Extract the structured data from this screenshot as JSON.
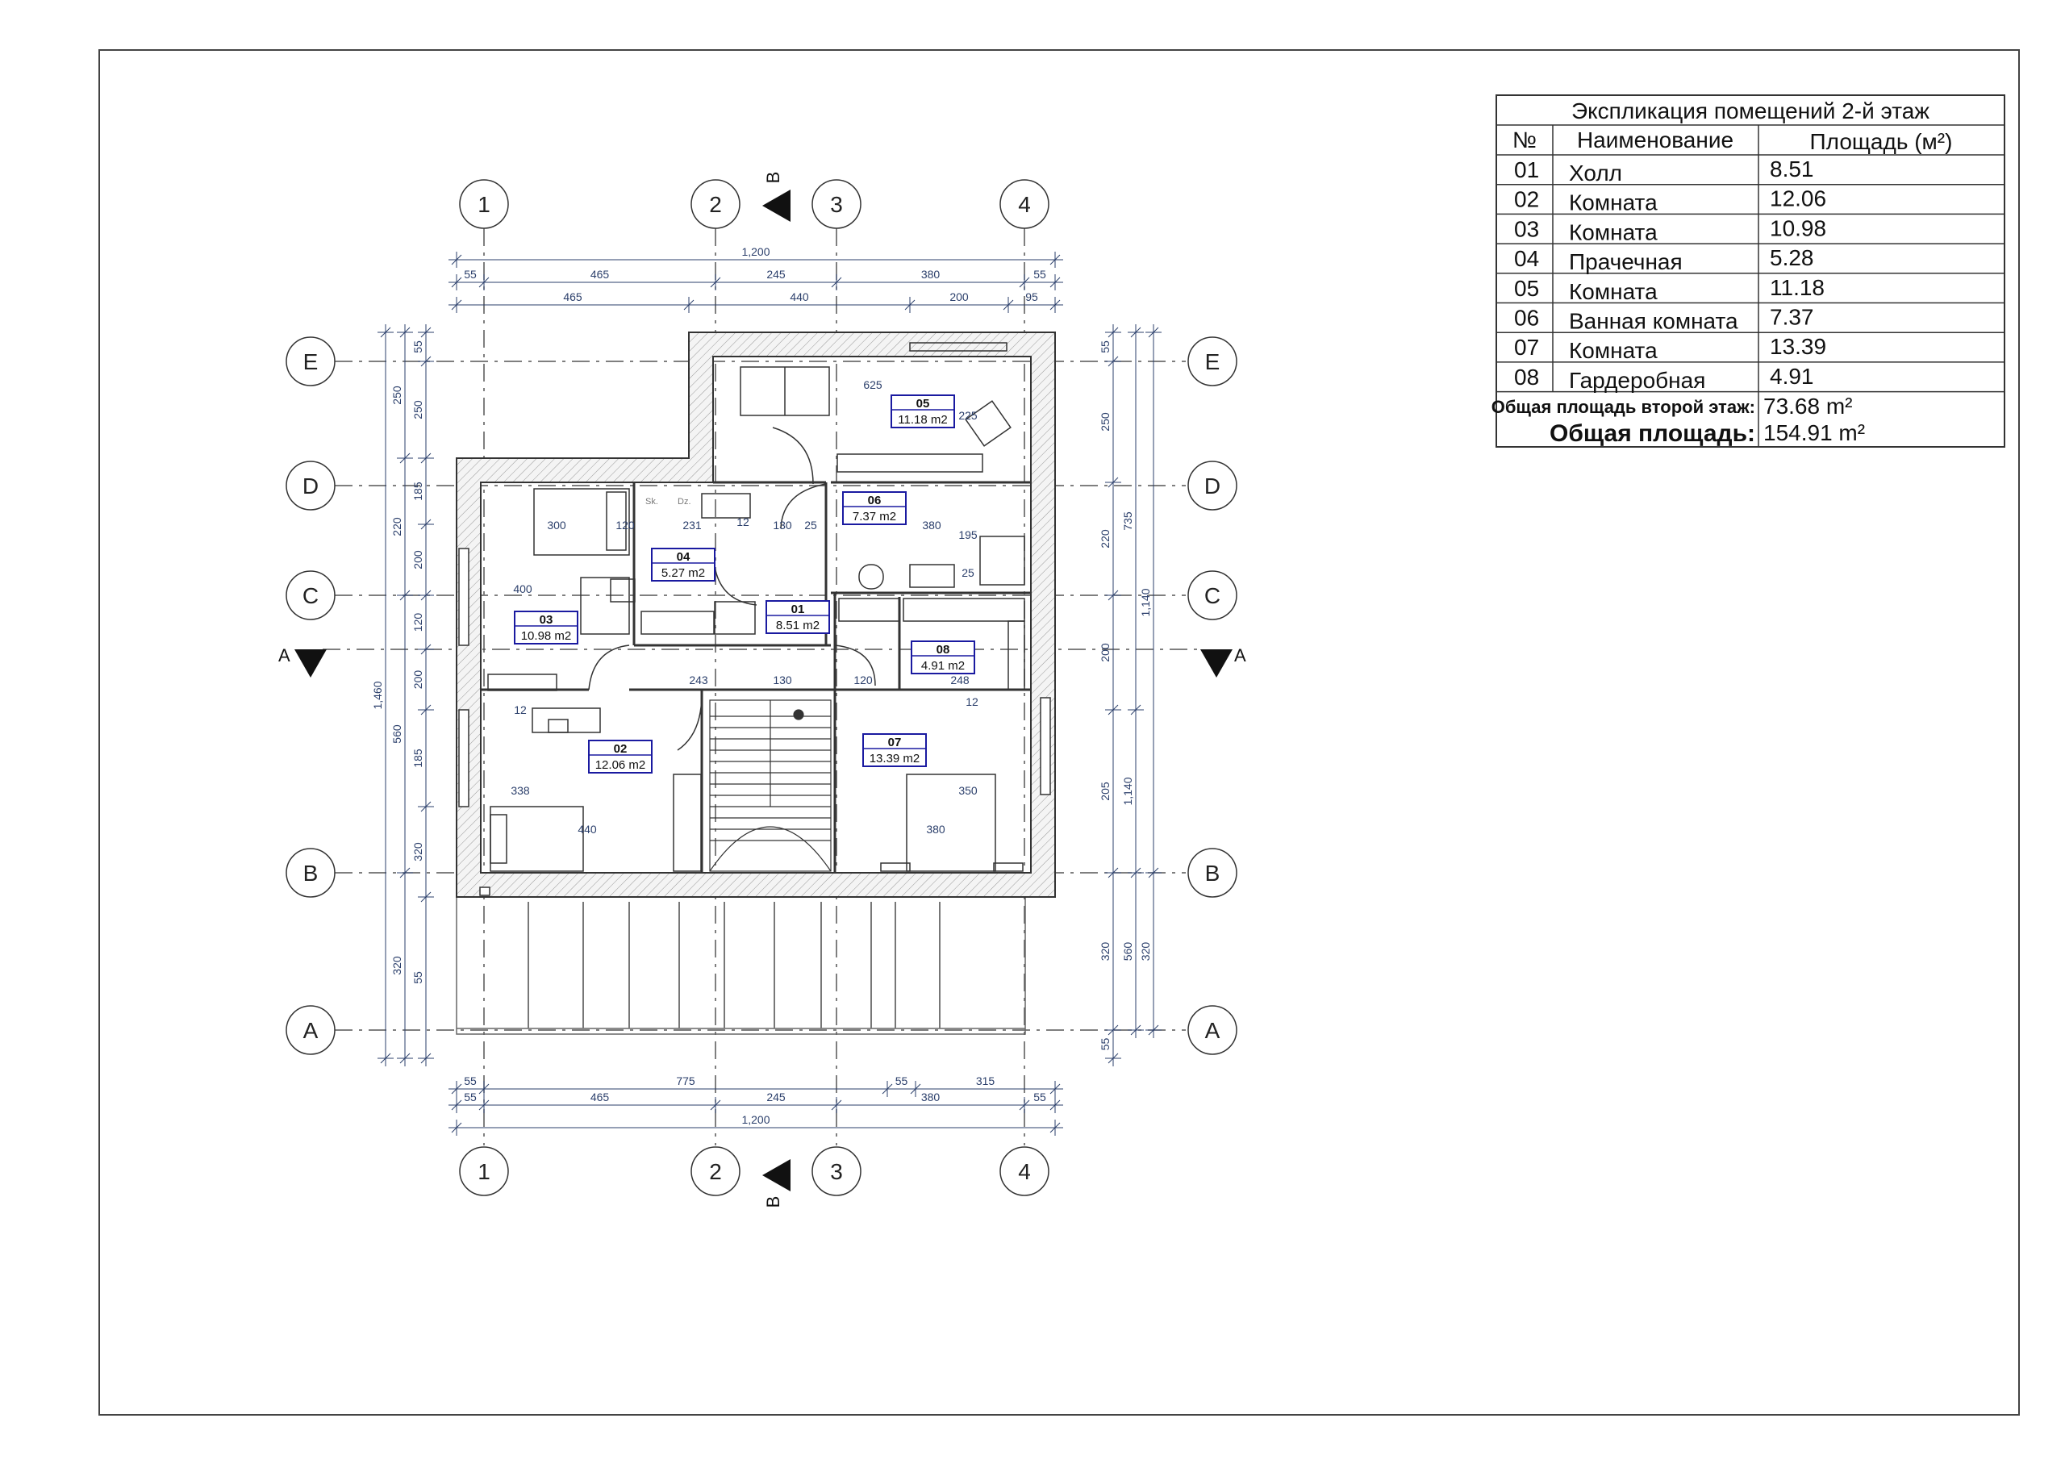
{
  "explication": {
    "title": "Экспликация помещений 2-й этаж",
    "headers": [
      "№",
      "Наименование",
      "Площадь (м²)"
    ],
    "rows": [
      {
        "no": "01",
        "name": "Холл",
        "area": "8.51"
      },
      {
        "no": "02",
        "name": "Комната",
        "area": "12.06"
      },
      {
        "no": "03",
        "name": "Комната",
        "area": "10.98"
      },
      {
        "no": "04",
        "name": "Прачечная",
        "area": "5.28"
      },
      {
        "no": "05",
        "name": "Комната",
        "area": "11.18"
      },
      {
        "no": "06",
        "name": "Ванная комната",
        "area": "7.37"
      },
      {
        "no": "07",
        "name": "Комната",
        "area": "13.39"
      },
      {
        "no": "08",
        "name": "Гардеробная",
        "area": "4.91"
      }
    ],
    "floor_total_label": "Общая площадь второй этаж:",
    "floor_total_value": "73.68 m²",
    "grand_total_label": "Общая площадь:",
    "grand_total_value": "154.91 m²"
  },
  "axes": {
    "vertical": [
      "1",
      "2",
      "3",
      "4"
    ],
    "horizontal": [
      "E",
      "D",
      "C",
      "B",
      "A"
    ]
  },
  "section_marks": {
    "bb": "B",
    "aa": "A"
  },
  "rooms": [
    {
      "no": "01",
      "area": "8.51 m2"
    },
    {
      "no": "02",
      "area": "12.06 m2"
    },
    {
      "no": "03",
      "area": "10.98 m2"
    },
    {
      "no": "04",
      "area": "5.27 m2"
    },
    {
      "no": "05",
      "area": "11.18 m2"
    },
    {
      "no": "06",
      "area": "7.37 m2"
    },
    {
      "no": "07",
      "area": "13.39 m2"
    },
    {
      "no": "08",
      "area": "4.91 m2"
    }
  ],
  "dims": {
    "top_total": "1,200",
    "top_row1": [
      "55",
      "465",
      "245",
      "380",
      "55"
    ],
    "top_row2": [
      "465",
      "440",
      "200",
      "95"
    ],
    "bottom_row1": [
      "55",
      "775",
      "55",
      "315"
    ],
    "bottom_row2": [
      "55",
      "465",
      "245",
      "380",
      "55"
    ],
    "bottom_total": "1,200",
    "left_outer": [
      "250",
      "220",
      "560",
      "320"
    ],
    "left_inner": [
      "55",
      "250",
      "185",
      "200",
      "120",
      "200",
      "185",
      "320",
      "55"
    ],
    "left_total": "1,460",
    "right_inner": [
      "55",
      "250",
      "220",
      "200",
      "205",
      "320",
      "55"
    ],
    "right_outer": [
      "735",
      "1,140",
      "560",
      "320"
    ],
    "interior": [
      "625",
      "225",
      "300",
      "120",
      "231",
      "12",
      "130",
      "25",
      "380",
      "195",
      "25",
      "400",
      "243",
      "130",
      "120",
      "248",
      "338",
      "440",
      "350",
      "380",
      "12",
      "12"
    ]
  },
  "labels": {
    "sk": "Sk.",
    "dz": "Dz."
  }
}
